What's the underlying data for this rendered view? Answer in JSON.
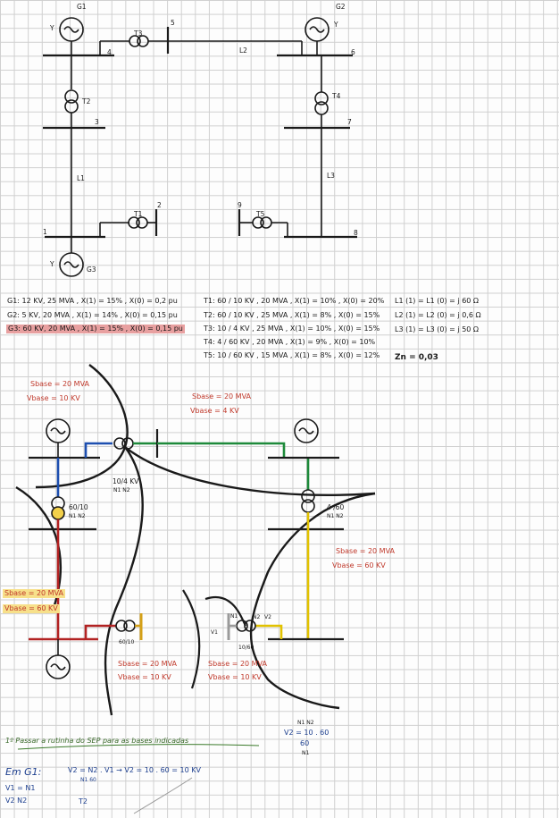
{
  "diagram1": {
    "generators": {
      "g1": "G1",
      "g2": "G2",
      "g3": "G3"
    },
    "gen_conn": {
      "g1": "Y",
      "g2": "Y",
      "g3": "Y"
    },
    "transformers": {
      "t1": "T1",
      "t2": "T2",
      "t3": "T3",
      "t4": "T4",
      "t5": "T5"
    },
    "buses": {
      "b1": "1",
      "b2": "2",
      "b3": "3",
      "b4": "4",
      "b5": "5",
      "b6": "6",
      "b7": "7",
      "b8": "8",
      "b9": "9"
    },
    "lines": {
      "l1": "L1",
      "l2": "L2",
      "l3": "L3"
    }
  },
  "specs": {
    "gens": [
      "G1: 12 KV, 25 MVA , X(1) = 15% , X(0) = 0,2 pu",
      "G2: 5 KV, 20 MVA , X(1) = 14% , X(0) = 0,15 pu",
      "G3: 60 KV, 20 MVA , X(1) = 15% , X(0) = 0,15 pu"
    ],
    "transformers": [
      "T1: 60 / 10 KV , 20 MVA , X(1) = 10% , X(0) = 20%",
      "T2: 60 / 10 KV , 25 MVA , X(1) = 8% , X(0) = 15%",
      "T3: 10 / 4 KV , 25 MVA , X(1) = 10% , X(0) = 15%",
      "T4: 4 / 60 KV , 20 MVA , X(1) = 9% , X(0) = 10%",
      "T5: 10 / 60 KV , 15 MVA , X(1) = 8% , X(0) = 12%"
    ],
    "lines": [
      "L1 (1) = L1 (0) = j 60 Ω",
      "L2 (1) = L2 (0) = j 0,6 Ω",
      "L3 (1) = L3 (0) = j 50 Ω"
    ],
    "zn": "Zn = 0,03"
  },
  "diagram2": {
    "zones": {
      "z1_sbase": "Sbase = 20 MVA",
      "z1_vbase": "Vbase = 10 KV",
      "z2_sbase": "Sbase = 20 MVA",
      "z2_vbase": "Vbase = 4 KV",
      "z3_sbase": "Sbase = 20 MVA",
      "z3_vbase": "Vbase = 60 KV",
      "z4_sbase": "Sbase = 20 MVA",
      "z4_vbase": "Vbase = 60 KV",
      "z5_sbase": "Sbase = 20 MVA",
      "z5_vbase": "Vbase = 10 KV",
      "z6_sbase": "Sbase = 20 MVA",
      "z6_vbase": "Vbase = 10 KV"
    },
    "ratios": {
      "t3": "10/4 KV",
      "t3n": "N1 N2",
      "t2": "60/10",
      "t2n": "N1 N2",
      "t4": "4 /60",
      "t4n": "N1 N2",
      "t1": "60/10",
      "t5": "10/60"
    },
    "windings": {
      "n1": "N1",
      "n2": "N2",
      "v1": "V1",
      "v2": "V2"
    }
  },
  "notes": {
    "task": "1º Passar a rutinha do SEP para as bases indicadas",
    "side_eq_top": "V2 = 10 . 60",
    "side_eq_n": "N1 N2",
    "side_eq_60": "60",
    "side_eq_bot": "N1",
    "em": "Em G1:",
    "eq_main": "V2 = N2 . V1  →  V2 = 10 . 60 = 10 KV",
    "eq_sub": "N1                        60",
    "ratio1": "V1 = N1",
    "ratio2": "V2   N2",
    "t2": "T2"
  }
}
